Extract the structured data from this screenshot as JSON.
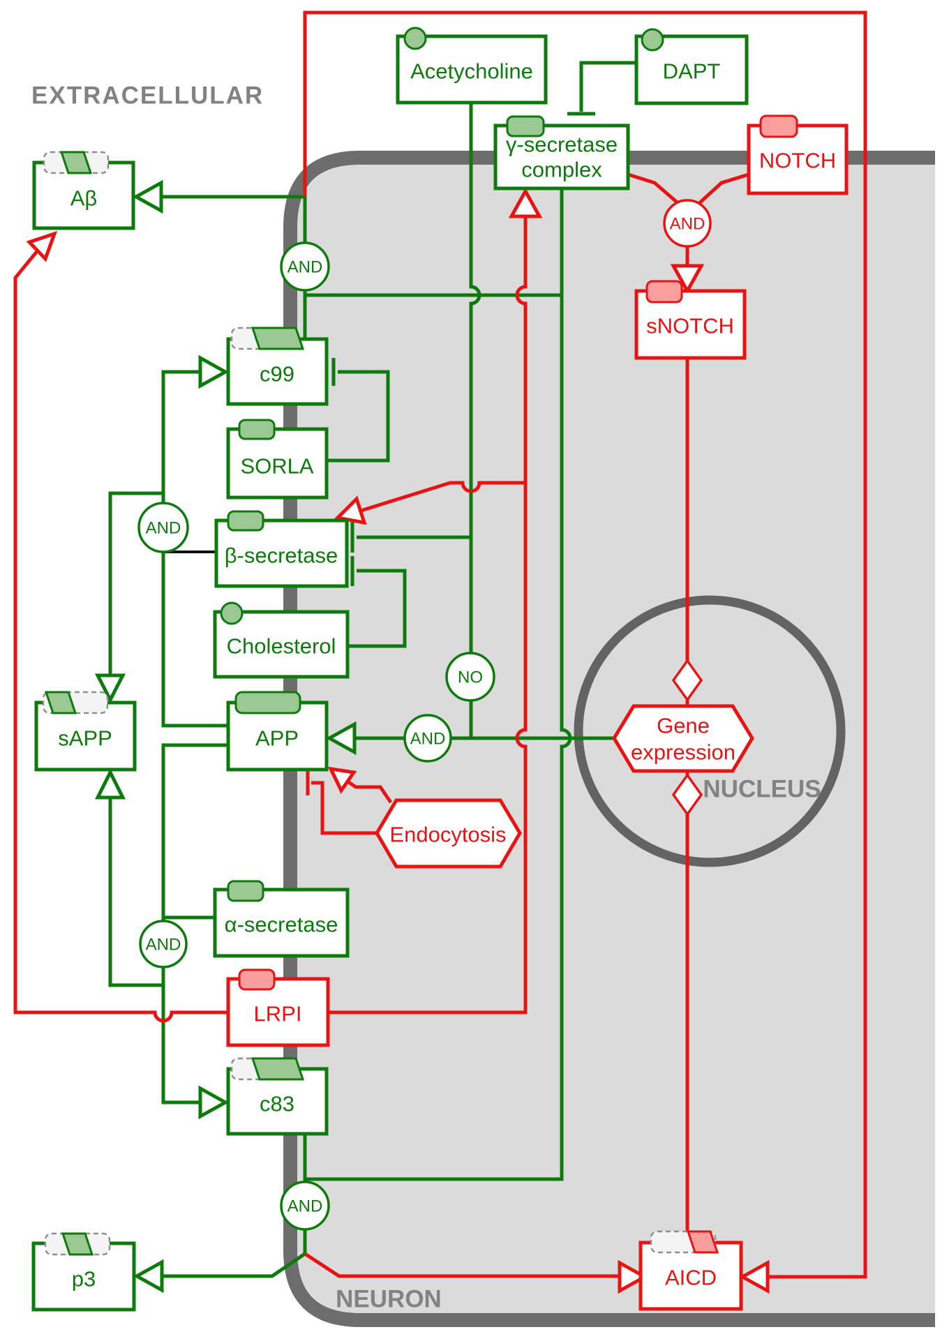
{
  "diagram": {
    "compartments": {
      "extracellular": "EXTRACELLULAR",
      "nucleus": "NUCLEUS",
      "neuron": "NEURON"
    },
    "nodes": {
      "abeta": {
        "label": "Aβ"
      },
      "acetycholine": {
        "label": "Acetycholine"
      },
      "dapt": {
        "label": "DAPT"
      },
      "gamma_secretase": {
        "label_line1": "γ-secretase",
        "label_line2": "complex"
      },
      "notch": {
        "label": "NOTCH"
      },
      "snotch": {
        "label": "sNOTCH"
      },
      "c99": {
        "label": "c99"
      },
      "sorla": {
        "label": "SORLA"
      },
      "beta_secretase": {
        "label": "β-secretase"
      },
      "cholesterol": {
        "label": "Cholesterol"
      },
      "sapp": {
        "label": "sAPP"
      },
      "app": {
        "label": "APP"
      },
      "endocytosis": {
        "label": "Endocytosis"
      },
      "gene_expression": {
        "label_line1": "Gene",
        "label_line2": "expression"
      },
      "alpha_secretase": {
        "label": "α-secretase"
      },
      "lrpi": {
        "label": "LRPI"
      },
      "c83": {
        "label": "c83"
      },
      "p3": {
        "label": "p3"
      },
      "aicd": {
        "label": "AICD"
      }
    },
    "operators": {
      "and_abeta": "AND",
      "and_notch": "AND",
      "and_beta": "AND",
      "and_app": "AND",
      "no_app": "NO",
      "and_alpha": "AND",
      "and_c83": "AND"
    },
    "colors": {
      "positive_green": "#0c7b0c",
      "negative_red": "#e81313",
      "badge_green_fill": "#9cc894",
      "badge_pink_fill": "#fb9e9e",
      "membrane_gray": "#6d6d6d",
      "nucleus_gray": "#636363",
      "cytoplasm_fill": "#dbdbdb",
      "compartment_label_gray": "#828282",
      "neutral_black": "#111111"
    }
  }
}
